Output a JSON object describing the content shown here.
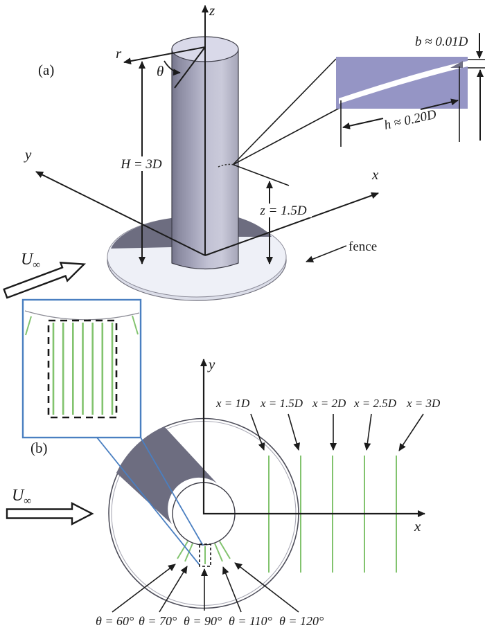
{
  "figure": {
    "description": "Schematic of circular cylinder with slit fence: (a) 3D view, (b) top view with measurement stations",
    "panels": {
      "a": {
        "label": "(a)",
        "axes": {
          "z": "z",
          "r": "r",
          "theta": "θ",
          "y": "y",
          "x": "x"
        },
        "annotations": {
          "cylinder_height": "H = 3D",
          "slit_elevation": "z = 1.5D",
          "slit_width": "b ≈ 0.01D",
          "slit_depth": "h ≈ 0.20D",
          "fence": "fence"
        },
        "freestream": {
          "symbol": "U",
          "subscript": "∞"
        }
      },
      "b": {
        "label": "(b)",
        "axes": {
          "x": "x",
          "y": "y"
        },
        "wake_line_labels": [
          "x = 1D",
          "x = 1.5D",
          "x = 2D",
          "x = 2.5D",
          "x = 3D"
        ],
        "theta_line_labels": [
          "θ = 60°",
          "θ = 70°",
          "θ = 90°",
          "θ = 110°",
          "θ = 120°"
        ],
        "freestream": {
          "symbol": "U",
          "subscript": "∞"
        }
      }
    },
    "colors": {
      "measurement_line_green": "#82c36e",
      "inset_blue": "#4a7fc1",
      "shadow_gray": "#6d6d80",
      "cylinder_lavender": "#a8a8c2",
      "slit_inset_purple": "#9595c5"
    }
  }
}
